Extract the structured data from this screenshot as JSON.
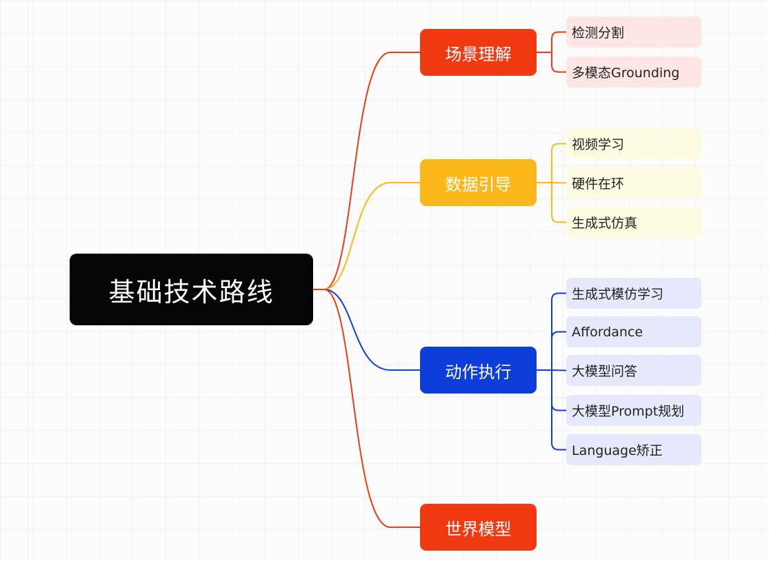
{
  "colors": {
    "red": "#f13a12",
    "yellow": "#fbb81a",
    "blue": "#0e3ed9",
    "red_leaf_bg": "#fde6e3",
    "yellow_leaf_bg": "#fefbe3",
    "blue_leaf_bg": "#e5e9fb",
    "root_bg": "#050505"
  },
  "mindmap": {
    "root": "基础技术路线",
    "branches": [
      {
        "label": "场景理解",
        "color": "red",
        "children": [
          "检测分割",
          "多模态Grounding"
        ]
      },
      {
        "label": "数据引导",
        "color": "yellow",
        "children": [
          "视频学习",
          "硬件在环",
          "生成式仿真"
        ]
      },
      {
        "label": "动作执行",
        "color": "blue",
        "children": [
          "生成式模仿学习",
          "Affordance",
          "大模型问答",
          "大模型Prompt规划",
          "Language矫正"
        ]
      },
      {
        "label": "世界模型",
        "color": "red",
        "children": []
      }
    ]
  }
}
